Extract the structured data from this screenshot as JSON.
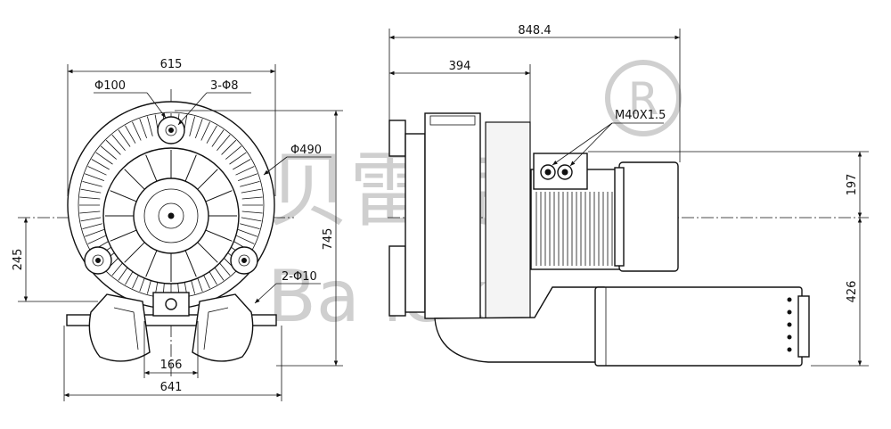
{
  "watermark": {
    "cn": "贝雷克",
    "en": "Ba  lek",
    "registered": "R"
  },
  "front_view": {
    "width_top": "615",
    "inlet_dia": "Φ100",
    "holes_top": "3-Φ8",
    "housing_dia": "Φ490",
    "height_total": "745",
    "center_height": "245",
    "holes_bottom": "2-Φ10",
    "base_inner": "166",
    "base_width": "641"
  },
  "side_view": {
    "overall_length": "848.4",
    "blower_length": "394",
    "thread": "M40X1.5",
    "upper_height": "197",
    "lower_height": "426"
  }
}
